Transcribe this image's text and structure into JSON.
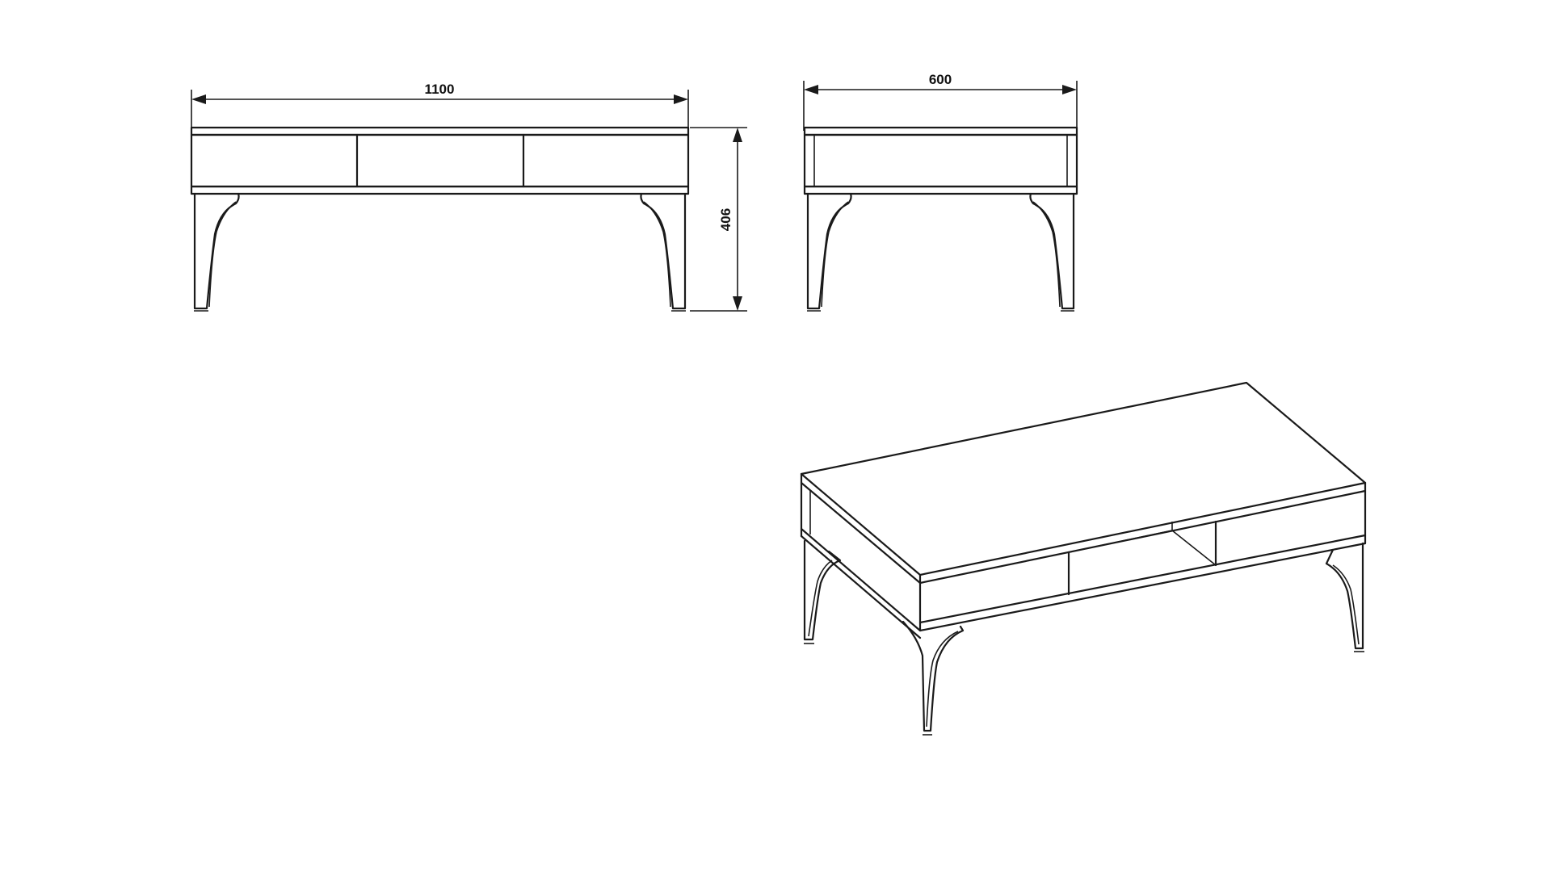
{
  "dimensions": {
    "width": "1100",
    "depth": "600",
    "height": "406"
  },
  "colors": {
    "line": "#1a1a1a",
    "background": "#ffffff"
  }
}
